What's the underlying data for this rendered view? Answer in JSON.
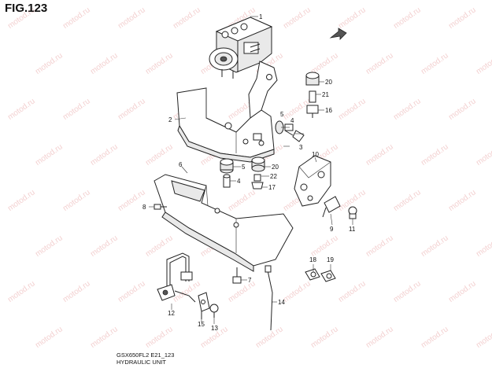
{
  "figure": {
    "title": "FIG.123"
  },
  "caption": {
    "code": "GSX650FL2 E21_123",
    "name": "HYDRAULIC UNIT"
  },
  "watermark": {
    "text": "motod.ru"
  },
  "callouts": {
    "c1": "1",
    "c2": "2",
    "c3": "3",
    "c4a": "4",
    "c4b": "4",
    "c5a": "5",
    "c5b": "5",
    "c6": "6",
    "c7": "7",
    "c8": "8",
    "c9": "9",
    "c10": "10",
    "c11": "11",
    "c12": "12",
    "c13": "13",
    "c14": "14",
    "c15": "15",
    "c16": "16",
    "c17": "17",
    "c18": "18",
    "c19": "19",
    "c20a": "20",
    "c20b": "20",
    "c21": "21",
    "c22": "22"
  },
  "icons": {
    "front_arrow": "front-direction-arrow-icon"
  }
}
